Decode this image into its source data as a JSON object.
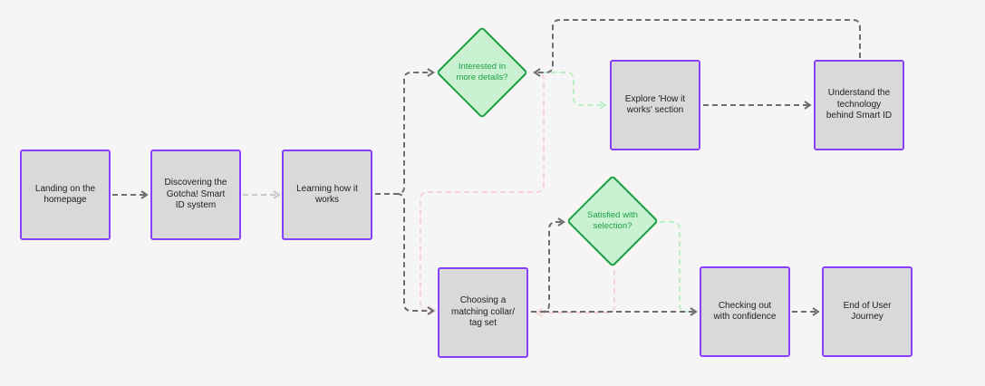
{
  "nodes": {
    "landing": "Landing on the homepage",
    "discovering": "Discovering the Gotcha! Smart ID system",
    "learning": "Learning how it works",
    "explore": "Explore 'How it works' section",
    "understand": "Understand the technology behind Smart ID",
    "choosing": "Choosing a matching collar/ tag set",
    "checkout": "Checking out with confidence",
    "end": "End of User Journey"
  },
  "decisions": {
    "interested": "Interested in more details?",
    "satisfied": "Satisfied with selection?"
  },
  "colors": {
    "background": "#f5f5f5",
    "node_fill": "#d9d9d9",
    "node_border": "#8a3ffc",
    "decision_fill": "#c8f2cf",
    "decision_border": "#1e9e46",
    "edge_gray": "#6e6e6e",
    "edge_light_gray": "#c9c9c9",
    "edge_light_green": "#bdeec5",
    "edge_light_pink": "#f6d4d4"
  }
}
